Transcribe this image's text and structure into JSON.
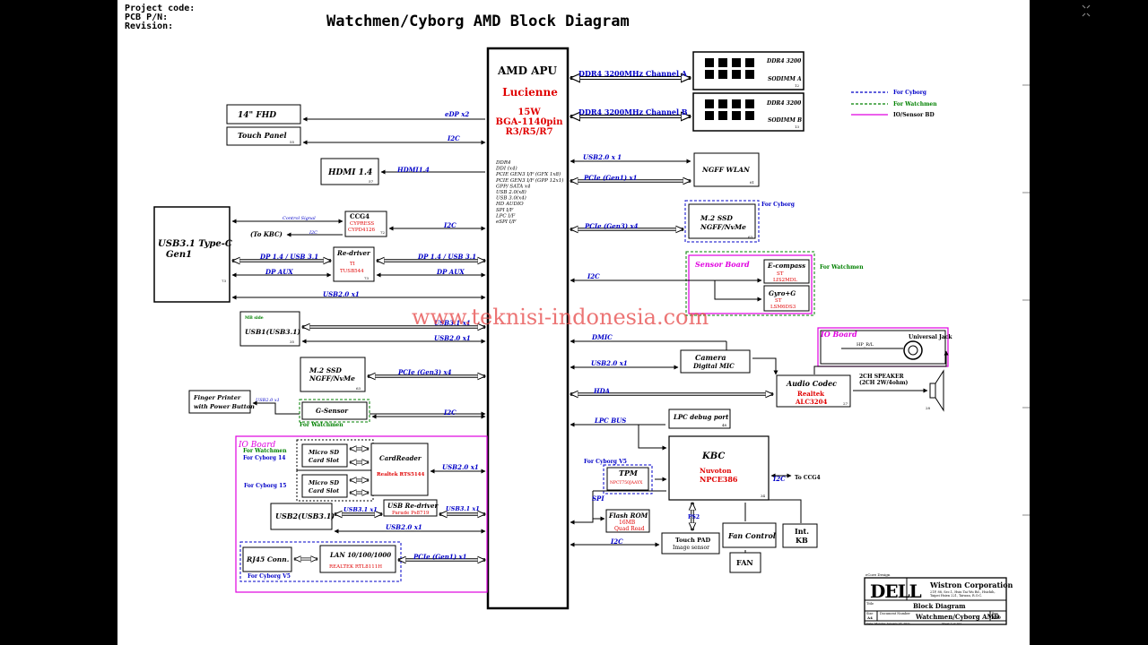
{
  "header": {
    "project_code": "Project code:",
    "pcb_pn": "PCB P/N:",
    "revision": "Revision:"
  },
  "title": "Watchmen/Cyborg AMD Block Diagram",
  "watermark": "www.teknisi-indonesia.com",
  "apu": {
    "name": "AMD APU",
    "codename": "Lucienne",
    "tdp": "15W",
    "package": "BGA-1140pin",
    "sku": "R3/R5/R7",
    "interfaces": [
      "DDR4",
      "DDI (x4)",
      "PCIE GEN3 I/F (GFX 1x8)",
      "PCIE GEN3 I/F (GPP 12x1)",
      "GPP/ SATA x4",
      "USB 2.0(x8)",
      "USB 3.0(x4)",
      "HD AUDIO",
      "SPI I/F",
      "LPC I/F",
      "eSPI I/F"
    ]
  },
  "memory": [
    {
      "bus": "DDR4 3200MHz Channel A",
      "label1": "DDR4 3200",
      "label2": "SODIMM A",
      "page": "12"
    },
    {
      "bus": "DDR4 3200MHz Channel B",
      "label1": "DDR4 3200",
      "label2": "SODIMM B",
      "page": "13"
    }
  ],
  "legend": [
    {
      "text": "For Cyborg",
      "color": "#0000c8"
    },
    {
      "text": "For Watchmen",
      "color": "#008000"
    },
    {
      "text": "IO/Sensor BD",
      "color": "#e000e0"
    }
  ],
  "left": {
    "fhd": "14\" FHD",
    "edp": "eDP x2",
    "touch_panel": "Touch Panel",
    "touch_page": "55",
    "i2c": "I2C",
    "hdmi": "HDMI 1.4",
    "hdmi_bus": "HDMI1.4",
    "hdmi_page": "57",
    "usb_c_line1": "USB3.1  Type-C",
    "usb_c_line2": "Gen1",
    "usb_c_page": "73",
    "ccg4": "CCG4",
    "ccg4_vendor": "CYPRESS",
    "ccg4_part": "CYPD4126",
    "ccg4_page": "72",
    "control_signal": "Control Signal",
    "to_kbc": "(To KBC)",
    "i2c_small": "I2C",
    "redriver": "Re-driver",
    "redriver_vendor": "TI",
    "redriver_part": "TUSB544",
    "redriver_page": "73",
    "dp": "DP 1.4 / USB 3.1",
    "dp_aux": "DP AUX",
    "usb20": "USB2.0 x1",
    "mb_side": "MB side",
    "usb1": "USB1(USB3.1)",
    "usb1_page": "35",
    "usb31": "USB3.1 x1",
    "ssd": "M.2 SSD",
    "ssd_type": "NGFF/NvMe",
    "ssd_page": "63",
    "pcie_x4": "PCIe (Gen3) x4",
    "fp_line1": "Finger Printer",
    "fp_line2": "with Power Button",
    "fp_bus": "USB2.0 x1",
    "gsensor": "G-Sensor",
    "for_watchmen": "For Watchmen"
  },
  "io_left": {
    "title": "IO Board",
    "for_watchmen": "For Watchmen",
    "cyborg14": "For Cyborg 14",
    "cyborg15": "For Cyborg 15",
    "micro_sd1": "Micro SD",
    "card_slot1": "Card Slot",
    "micro_sd2": "Micro SD",
    "card_slot2": "Card Slot",
    "card_reader": "CardReader",
    "card_reader_part": "Realtek RTS5144",
    "usb20": "USB2.0 x1",
    "usb2": "USB2(USB3.1)",
    "usb31a": "USB3.1 x1",
    "usb_redriver": "USB Re-driver",
    "usb_redriver_part": "Parade Ps8719",
    "usb31b": "USB3.1 x1",
    "usb20b": "USB2.0 x1",
    "rj45": "RJ45 Conn.",
    "lan": "LAN 10/100/1000",
    "lan_part": "REALTEK RTL8111H",
    "pcie_x1": "PCIe (Gen1) x1",
    "for_cyborg_v5": "For Cyborg V5"
  },
  "right": {
    "wlan_bus1": "USB2.0 x 1",
    "wlan_bus2": "PCIe (Gen1) x1",
    "wlan": "NGFF WLAN",
    "wlan_page": "61",
    "ssd_bus": "PCIe (Gen3) x4",
    "ssd": "M.2 SSD",
    "ssd_type": "NGFF/NvMe",
    "ssd_page": "63",
    "for_cyborg": "For Cyborg",
    "sensor_title": "Sensor Board",
    "ecompass": "E-compass",
    "ecompass_vendor": "ST",
    "ecompass_part": "LIS2MDL",
    "gyro": "Gyro+G",
    "gyro_vendor": "ST",
    "gyro_part": "LSM6DS3",
    "sensor_i2c": "I2C",
    "for_watchmen": "For Watchmen",
    "io_title": "IO Board",
    "jack": "Universal Jack",
    "hp": "HP_R/L",
    "dmic": "DMIC",
    "usb20": "USB2.0 x1",
    "camera": "Camera",
    "camera_sub": "Digital MIC",
    "hda": "HDA",
    "codec": "Audio Codec",
    "codec_vendor": "Realtek",
    "codec_part": "ALC3204",
    "codec_page": "27",
    "speaker1": "2CH SPEAKER",
    "speaker2": "(2CH 2W/4ohm)",
    "speaker_page": "28",
    "lpc_bus": "LPC BUS",
    "lpc_debug": "LPC debug port",
    "lpc_page": "48",
    "kbc": "KBC",
    "kbc_vendor": "Nuvoton",
    "kbc_part": "NPCE386",
    "kbc_page": "34",
    "for_cyborg_v5": "For Cyborg V5",
    "tpm": "TPM",
    "tpm_part": "NPCT750JAAYX",
    "spi": "SPI",
    "flash": "Flash ROM",
    "flash_size": "16MB",
    "flash_mode": "Quad Read",
    "ps2": "PS2",
    "i2c_kbc": "I2C",
    "to_ccg4": "To CCG4",
    "i2c_touch": "I2C",
    "touchpad": "Touch PAD",
    "touchpad_sub": "Image sensor",
    "fan_control": "Fan Control",
    "fan": "FAN",
    "int_kb1": "Int.",
    "int_kb2": "KB"
  },
  "title_block": {
    "design": "eCore Design",
    "logo": "DELL",
    "company": "Wistron Corporation",
    "address1": "21F, 88, Sec.1, Hsin Tai Wu Rd., Hsichih,",
    "address2": "Taipei Hsien 221, Taiwan, R.O.C.",
    "file_label": "Title",
    "file": "Block Diagram",
    "size_label": "Size",
    "size": "A4",
    "doc_label": "Document Number",
    "doc": "Watchmen/Cyborg AMD",
    "rev_label": "Rev",
    "rev": "X00",
    "date": "Date: Monday, January 18, 2021",
    "sheet": "Sheet 1 of 102"
  }
}
